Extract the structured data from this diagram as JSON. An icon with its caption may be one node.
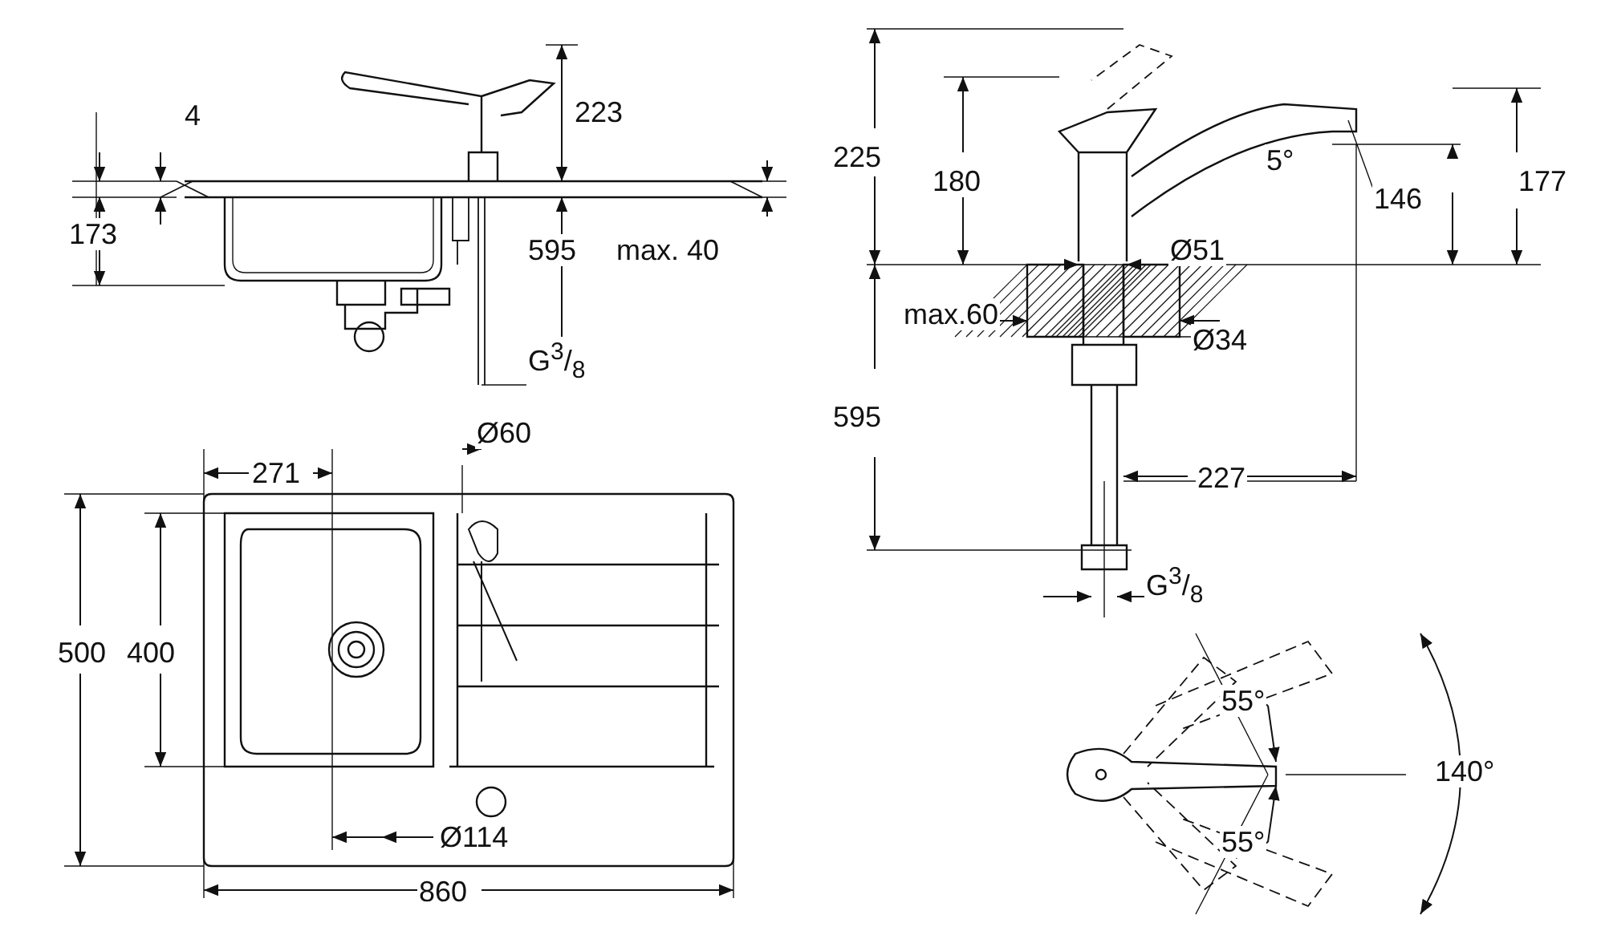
{
  "diagram": {
    "labels": [
      "4",
      "223",
      "225",
      "180",
      "177",
      "5°",
      "146",
      "173",
      "595",
      "max. 40",
      "Ø51",
      "max.60",
      "Ø34",
      "G$^{3}$/$_{8}$",
      "595",
      "227",
      "271",
      "Ø60",
      "G$^{3}$/$_{8}$",
      "500",
      "400",
      "55°",
      "140°",
      "55°",
      "Ø114",
      "860"
    ]
  }
}
